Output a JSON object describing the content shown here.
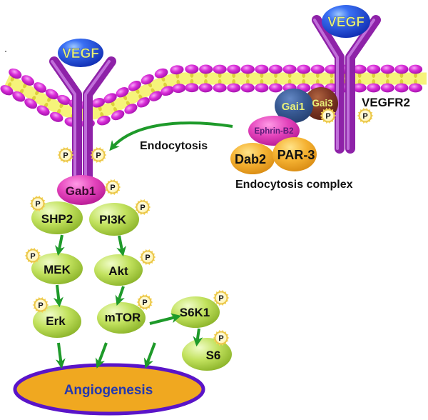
{
  "diagram": {
    "ligands": {
      "vegf_left": "VEGF",
      "vegf_right": "VEGF"
    },
    "receptor_label": "VEGFR2",
    "phospho_label": "P",
    "endocytosis_label": "Endocytosis",
    "complex": {
      "title": "Endocytosis complex",
      "gai1": "Gai1",
      "gai3": "Gai3",
      "ephrin": "Ephrin-B2",
      "dab2": "Dab2",
      "par3": "PAR-3"
    },
    "adaptor": "Gab1",
    "nodes": {
      "shp2": "SHP2",
      "pi3k": "PI3K",
      "mek": "MEK",
      "akt": "Akt",
      "erk": "Erk",
      "mtor": "mTOR",
      "s6k1": "S6K1",
      "s6": "S6"
    },
    "outcome": "Angiogenesis",
    "edges": [
      {
        "from": "endocytosis_complex",
        "to": "vegfr2_internalized",
        "label": "Endocytosis"
      },
      {
        "from": "shp2",
        "to": "mek"
      },
      {
        "from": "mek",
        "to": "erk"
      },
      {
        "from": "pi3k",
        "to": "akt"
      },
      {
        "from": "akt",
        "to": "mtor"
      },
      {
        "from": "mtor",
        "to": "s6k1"
      },
      {
        "from": "s6k1",
        "to": "s6"
      },
      {
        "from": "erk",
        "to": "angiogenesis"
      },
      {
        "from": "mtor",
        "to": "angiogenesis"
      },
      {
        "from": "s6k1",
        "to": "angiogenesis"
      }
    ],
    "phosphorylated": [
      "VEGFR2 (internalized, 2 sites)",
      "Gab1",
      "SHP2",
      "PI3K",
      "MEK",
      "Akt",
      "Erk",
      "mTOR",
      "S6K1",
      "S6",
      "Gai3",
      "VEGFR2 (membrane)"
    ],
    "colors": {
      "membrane_head": "#d42ad4",
      "membrane_tail": "#f6f37a",
      "receptor": "#8e22a8",
      "vegf": "#2a62f0",
      "arrow": "#1e9a2a",
      "kinase_node": "#bfe05a",
      "gab1": "#e040b8",
      "gai1": "#34578f",
      "gai3": "#7a3422",
      "ephrin": "#e040b8",
      "dab2_par3": "#f4b030",
      "angiogenesis_fill": "#f0a820",
      "angiogenesis_border": "#5a14c8",
      "angiogenesis_text": "#2438b0"
    }
  }
}
